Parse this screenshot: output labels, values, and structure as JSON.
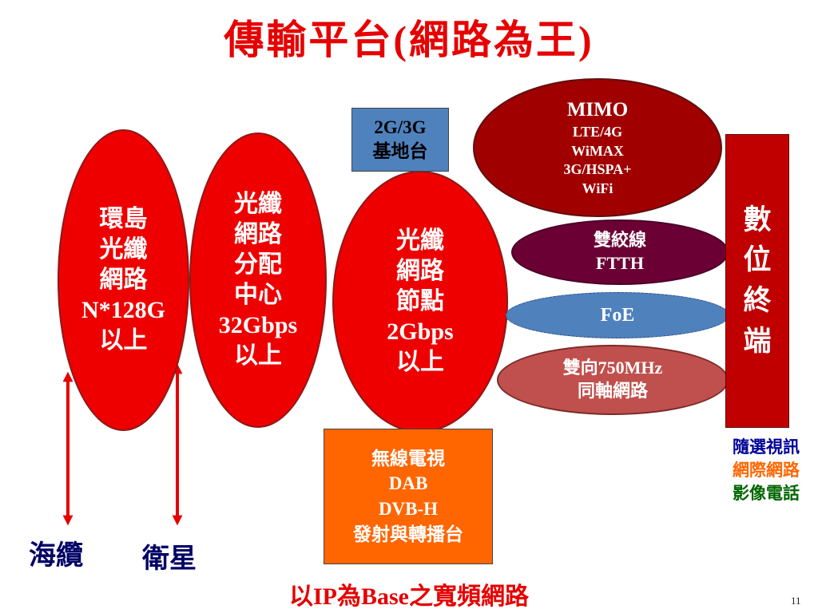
{
  "title": "傳輸平台(網路為王)",
  "ring_network": {
    "lines": [
      "環島",
      "光纖",
      "網路",
      "N*128G",
      "以上"
    ]
  },
  "distribution_center": {
    "lines": [
      "光纖",
      "網路",
      "分配",
      "中心",
      "32Gbps",
      "以上"
    ]
  },
  "network_node": {
    "lines": [
      "光纖",
      "網路",
      "節點",
      "2Gbps",
      "以上"
    ]
  },
  "base_station": {
    "lines": [
      "2G/3G",
      "基地台"
    ]
  },
  "wireless": {
    "lines": [
      "MIMO",
      "LTE/4G",
      "WiMAX",
      "3G/HSPA+",
      "WiFi"
    ]
  },
  "twisted_pair": {
    "lines": [
      "雙絞線",
      "FTTH"
    ]
  },
  "foe": {
    "lines": [
      "FoE"
    ]
  },
  "coax": {
    "lines": [
      "雙向750MHz",
      "同軸網路"
    ]
  },
  "broadcast": {
    "lines": [
      "無線電視",
      "DAB",
      "DVB-H",
      "發射與轉播台"
    ]
  },
  "terminal": {
    "lines": [
      "數",
      "位",
      "終",
      "端"
    ]
  },
  "services": [
    {
      "label": "隨選視訊",
      "color": "#000099"
    },
    {
      "label": "網際網路",
      "color": "#ff6600"
    },
    {
      "label": "影像電話",
      "color": "#006600"
    }
  ],
  "submarine_cable": "海纜",
  "satellite": "衛星",
  "footer": "以IP為Base之寬頻網路",
  "page_number": "11",
  "colors": {
    "accent_red": "#ee0000",
    "dark_red": "#a00000",
    "maroon": "#6b0035",
    "blue": "#4f81bd",
    "orange": "#ff6600",
    "rose": "#c0504d",
    "navy": "#000066"
  }
}
